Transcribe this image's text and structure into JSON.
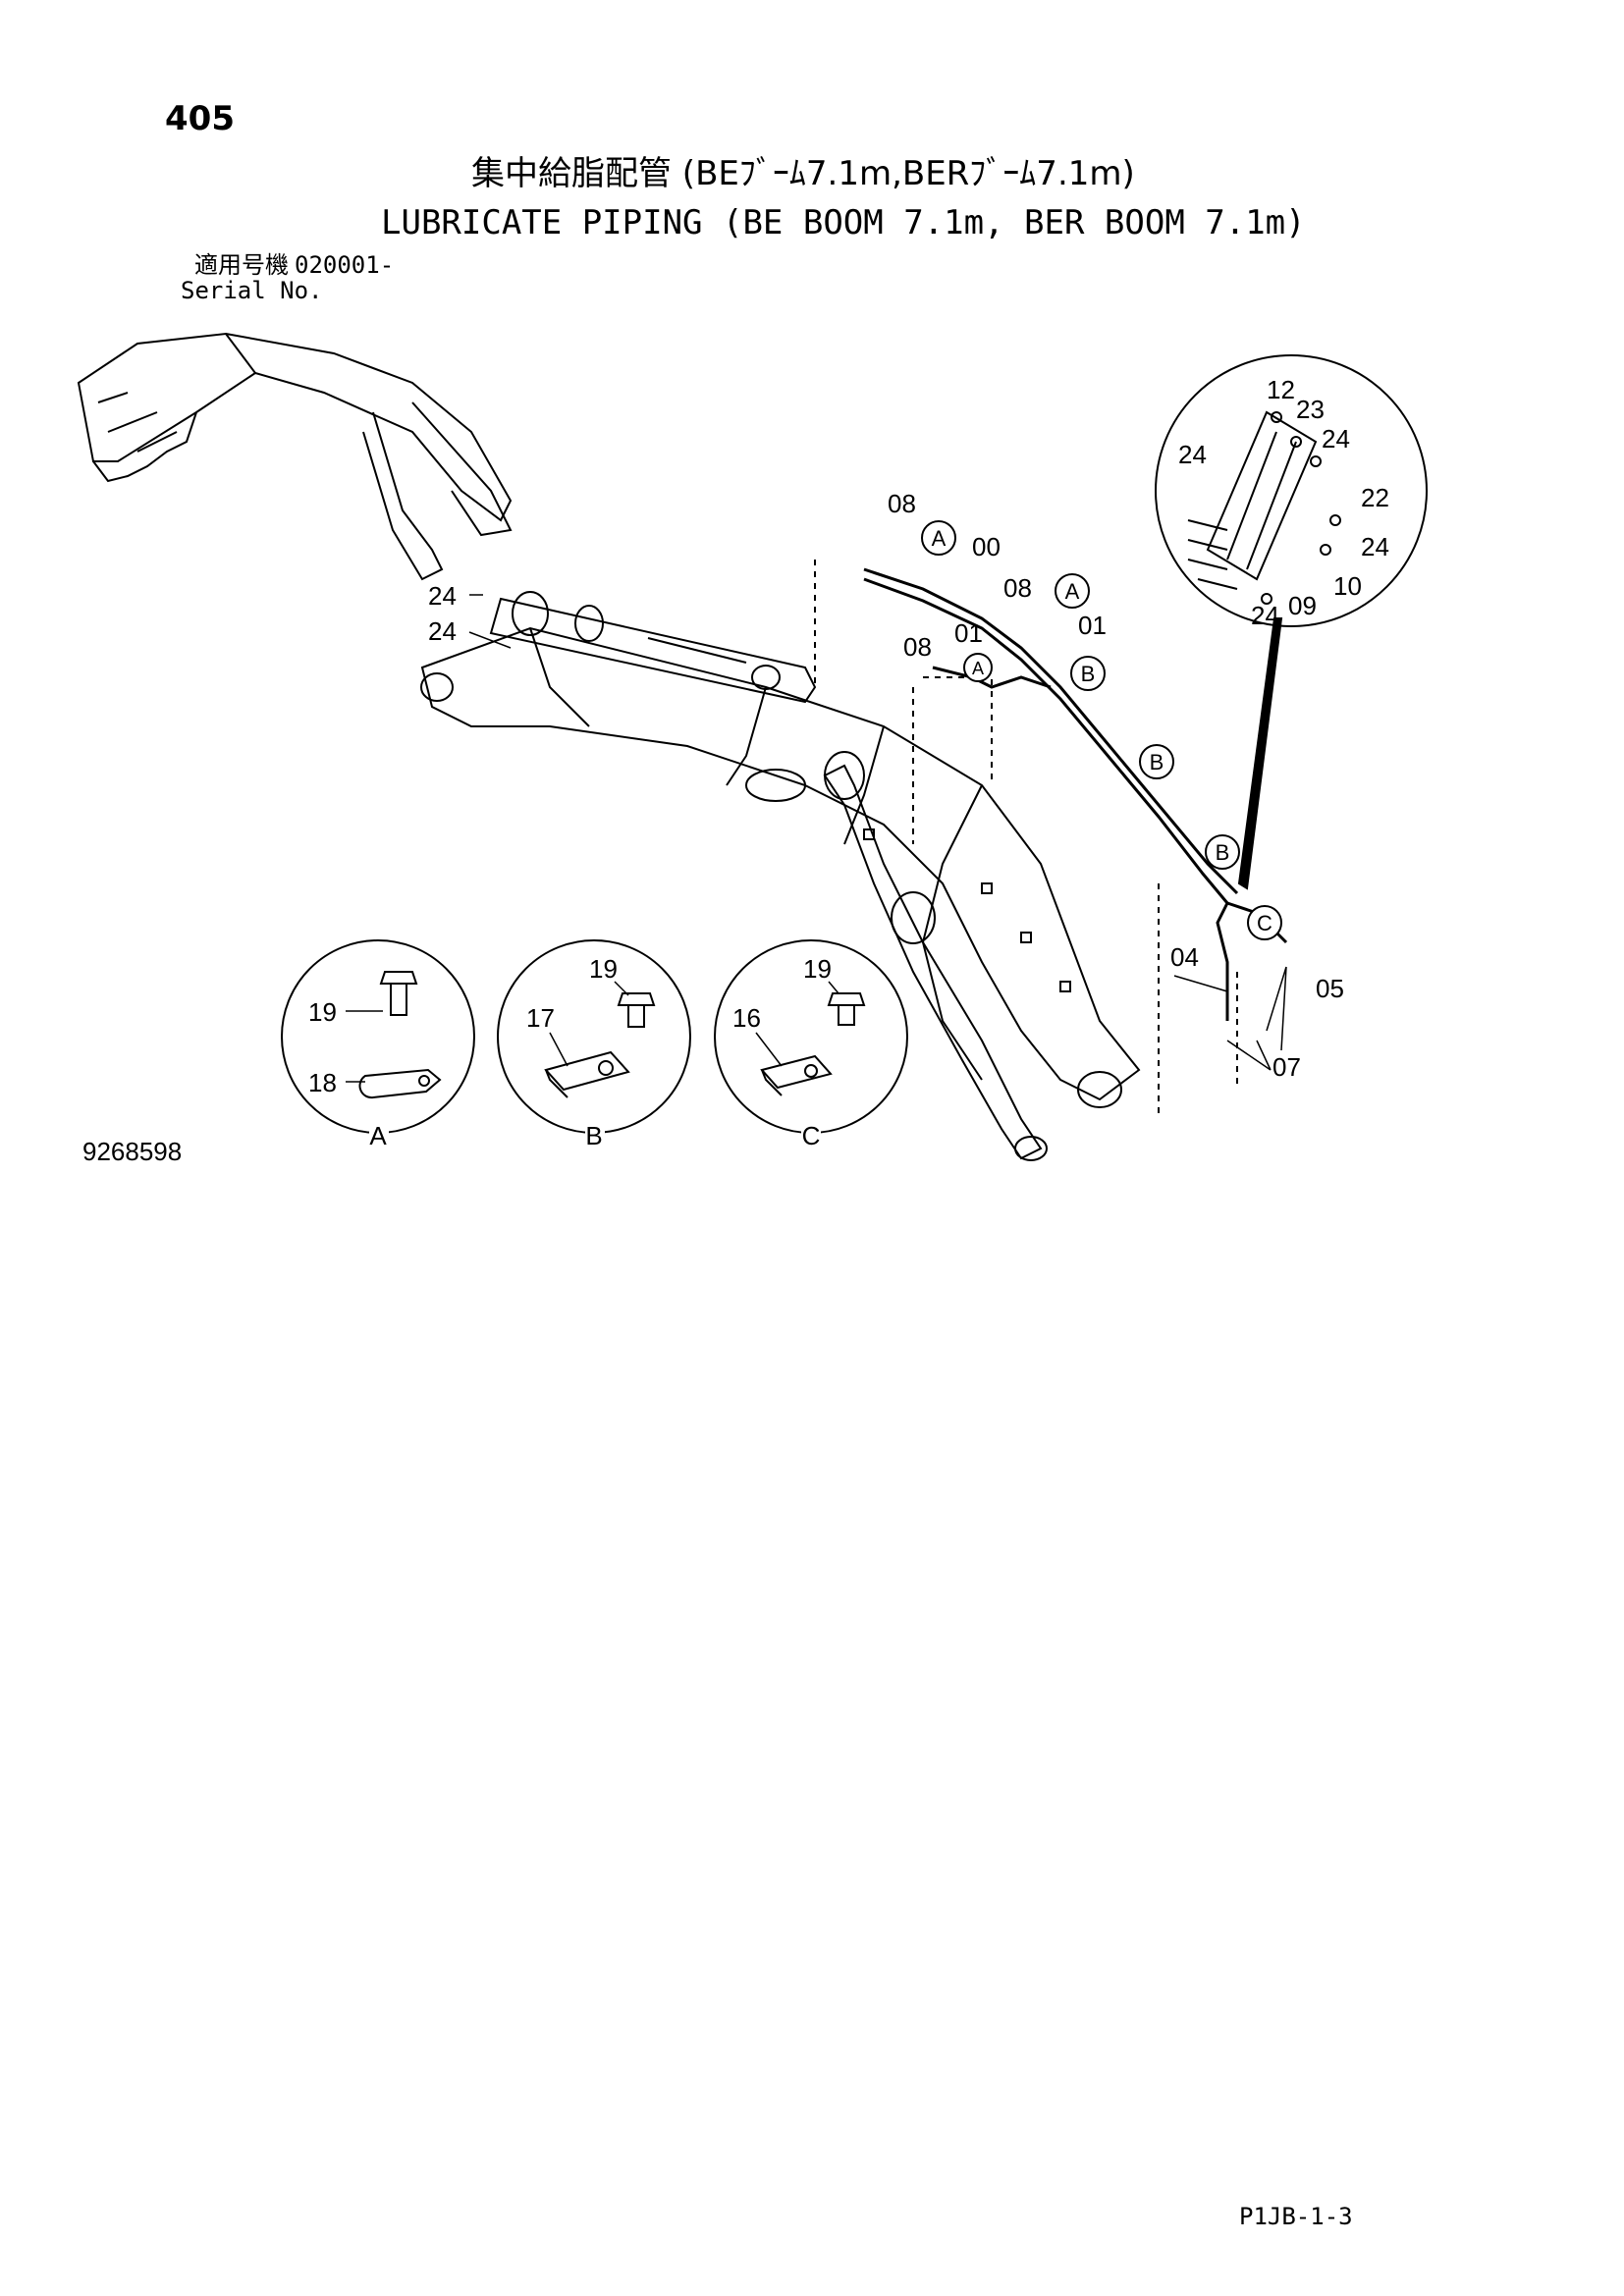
{
  "header": {
    "page_number": "405",
    "title_jp": "集中給脂配管 (BEﾌﾞｰﾑ7.1m,BERﾌﾞｰﾑ7.1m)",
    "title_en": "LUBRICATE PIPING (BE BOOM 7.1m, BER BOOM 7.1m)",
    "serial_label_jp": "適用号機",
    "serial_label_en": "Serial No.",
    "serial_value": "020001-"
  },
  "callouts": {
    "main": [
      "08",
      "00",
      "08",
      "01",
      "08",
      "01",
      "24",
      "24",
      "04",
      "05",
      "07"
    ],
    "inset": [
      "12",
      "23",
      "24",
      "24",
      "22",
      "24",
      "24",
      "09",
      "10"
    ],
    "circle_refs": [
      "A",
      "A",
      "A",
      "B",
      "B",
      "B",
      "C"
    ]
  },
  "details": [
    {
      "id": "A",
      "parts": [
        "19",
        "18"
      ]
    },
    {
      "id": "B",
      "parts": [
        "19",
        "17"
      ]
    },
    {
      "id": "C",
      "parts": [
        "19",
        "16"
      ]
    }
  ],
  "footer": {
    "figure_number": "9268598",
    "page_code": "P1JB-1-3"
  }
}
